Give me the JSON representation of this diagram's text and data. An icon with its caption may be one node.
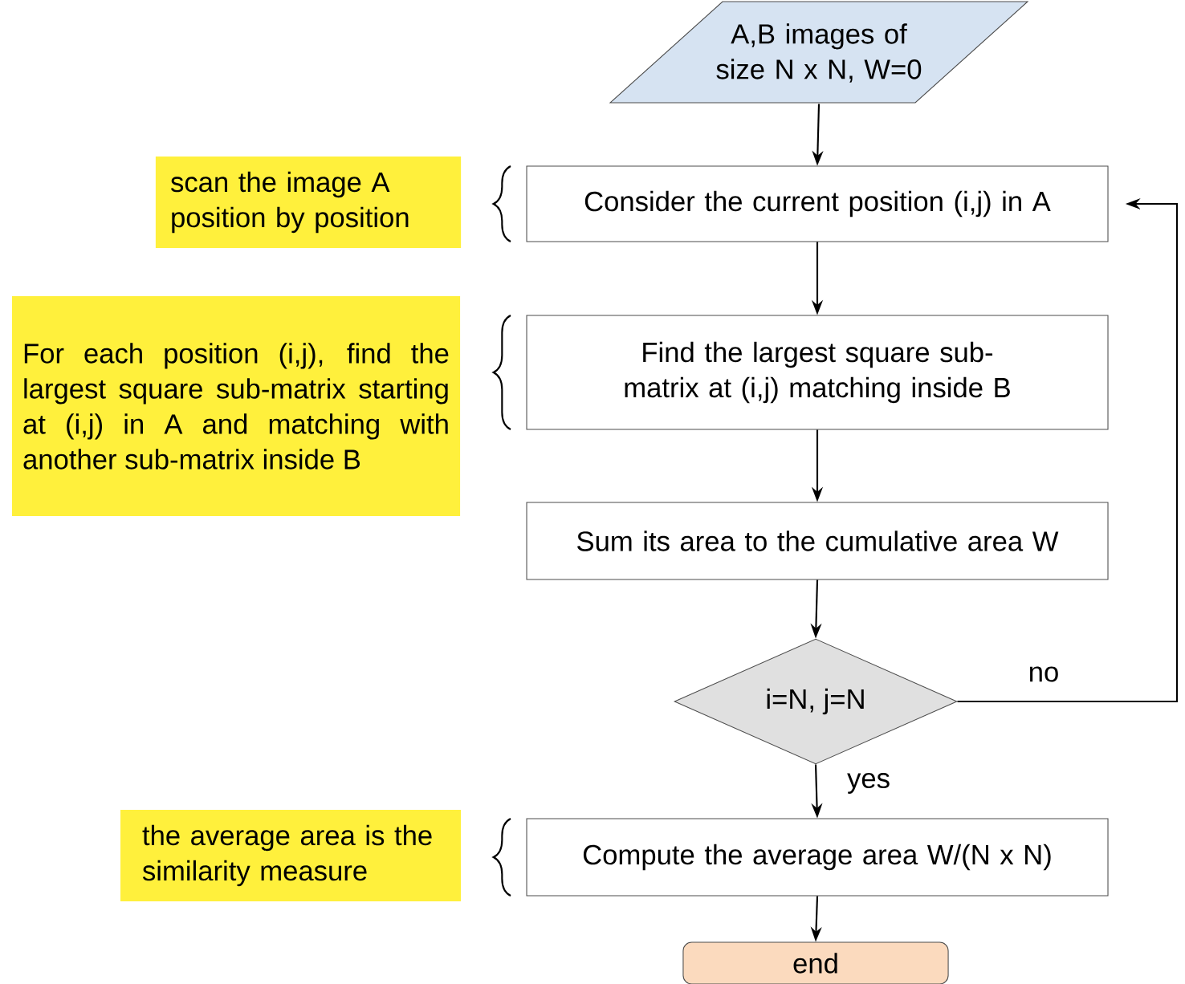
{
  "diagram": {
    "nodes": [
      {
        "text": [
          "A,B images of size N x N, W=0"
        ]
      },
      {
        "text": [
          "scan the image A position by position"
        ]
      },
      {
        "text": [
          "Consider the current position (i,j) in A"
        ]
      },
      {
        "text": [
          "For each position (i,j), find the largest square sub-matrix starting at (i,j) in A and matching with another sub-matrix inside B"
        ]
      },
      {
        "text": [
          "Find the largest square sub-matrix at (i,j) matching inside B"
        ]
      },
      {
        "text": [
          "Sum its area to the cumulative area W"
        ]
      },
      {
        "text": [
          "i=N, j=N"
        ]
      },
      {
        "text": [
          "the average area is the similarity measure"
        ]
      },
      {
        "text": [
          "Compute the average area W/(N x N)"
        ]
      },
      {
        "text": [
          "end"
        ]
      }
    ],
    "edges": [
      {
        "from": 0,
        "to": 2,
        "arrow": "to"
      },
      {
        "from": 2,
        "to": 4,
        "arrow": "to"
      },
      {
        "from": 4,
        "to": 5,
        "arrow": "to"
      },
      {
        "from": 5,
        "to": 6,
        "arrow": "to"
      },
      {
        "from": 6,
        "to": 2,
        "arrow": "to",
        "label": "no"
      },
      {
        "from": 6,
        "to": 8,
        "arrow": "to",
        "label": "yes"
      },
      {
        "from": 8,
        "to": 9,
        "arrow": "to"
      }
    ]
  }
}
